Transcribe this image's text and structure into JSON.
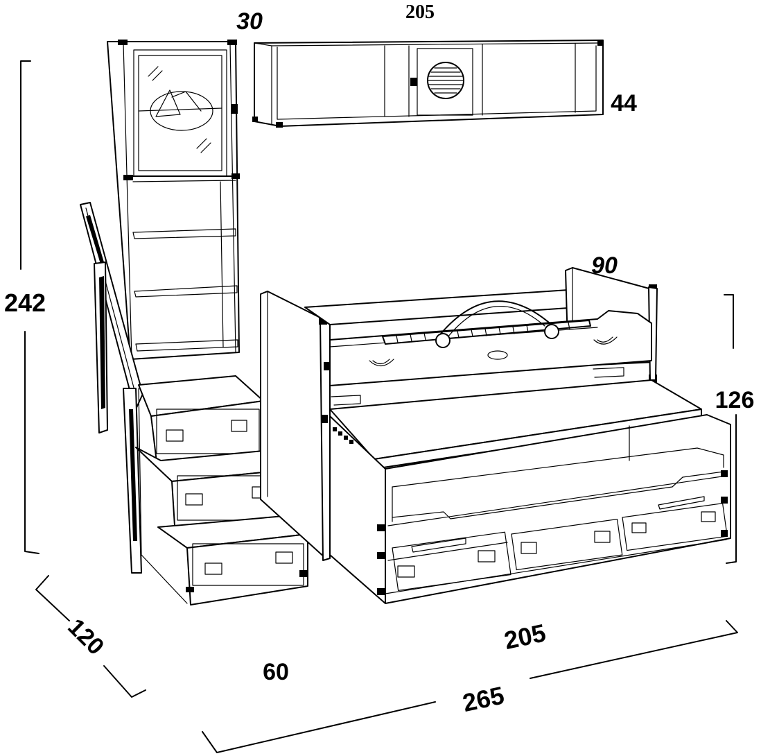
{
  "dimensions": {
    "shelf_depth": "30",
    "wall_unit_width": "205",
    "wall_unit_height": "44",
    "total_height": "242",
    "bed_width": "90",
    "bed_height": "126",
    "depth": "120",
    "stair_width": "60",
    "bed_length": "205",
    "total_length": "265"
  }
}
